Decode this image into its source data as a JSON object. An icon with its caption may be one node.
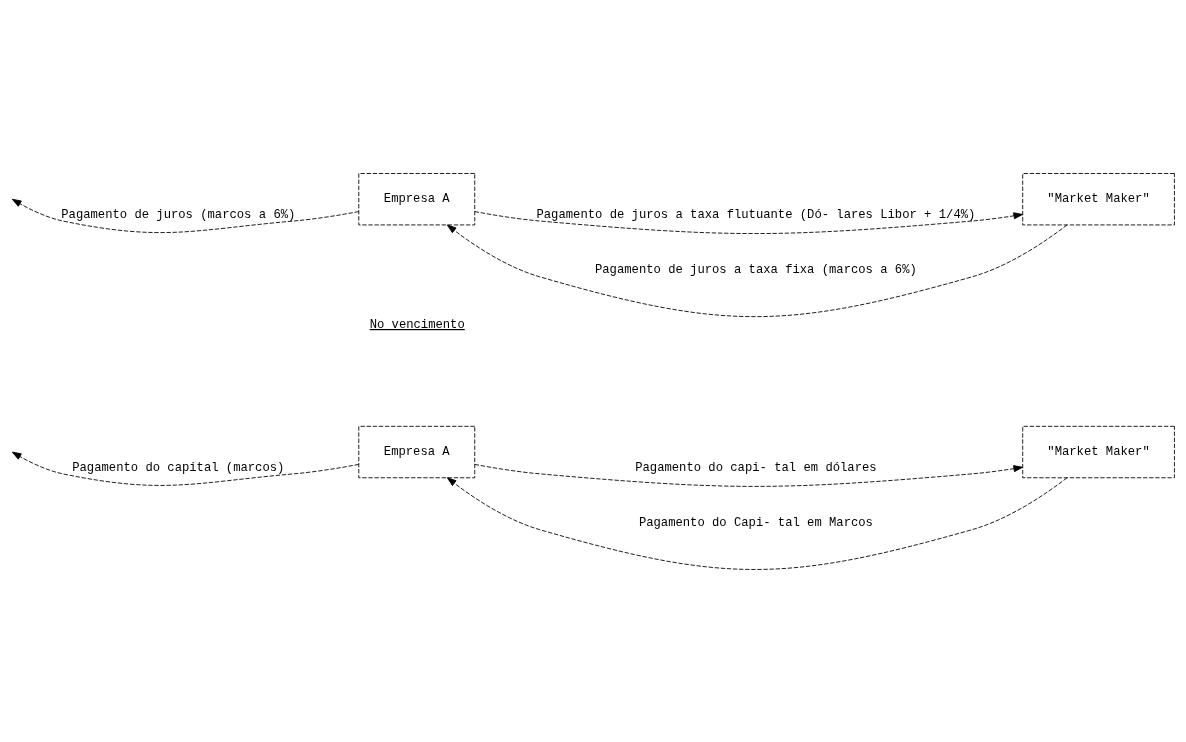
{
  "diagram": {
    "nodes": [
      {
        "text": [
          "Empresa A"
        ]
      },
      {
        "text": [
          "\"Market Maker\""
        ]
      },
      {
        "text": [
          "Empresa A"
        ]
      },
      {
        "text": [
          "\"Market Maker\""
        ]
      }
    ],
    "edges": [
      {
        "from": 0,
        "to": null,
        "arrow": "to",
        "style": "dashed",
        "label": "Pagamento de juros (marcos a 6%)"
      },
      {
        "from": 1,
        "to": 0,
        "arrow": "to",
        "style": "dashed",
        "label": "Pagamento de juros a taxa fixa (marcos a 6%)"
      },
      {
        "from": 0,
        "to": 1,
        "arrow": "to",
        "style": "dashed",
        "label": "Pagamento de juros a taxa flutuante (Dó- lares Libor + 1/4%)"
      },
      {
        "from": 2,
        "to": null,
        "arrow": "to",
        "style": "dashed",
        "label": "Pagamento do capital (marcos)"
      },
      {
        "from": 3,
        "to": 2,
        "arrow": "to",
        "style": "dashed",
        "label": "Pagamento do Capi- tal em Marcos"
      },
      {
        "from": 2,
        "to": 3,
        "arrow": "to",
        "style": "dashed",
        "label": "Pagamento do capi- tal em dólares"
      }
    ],
    "labels": [
      "No vencimento"
    ]
  }
}
